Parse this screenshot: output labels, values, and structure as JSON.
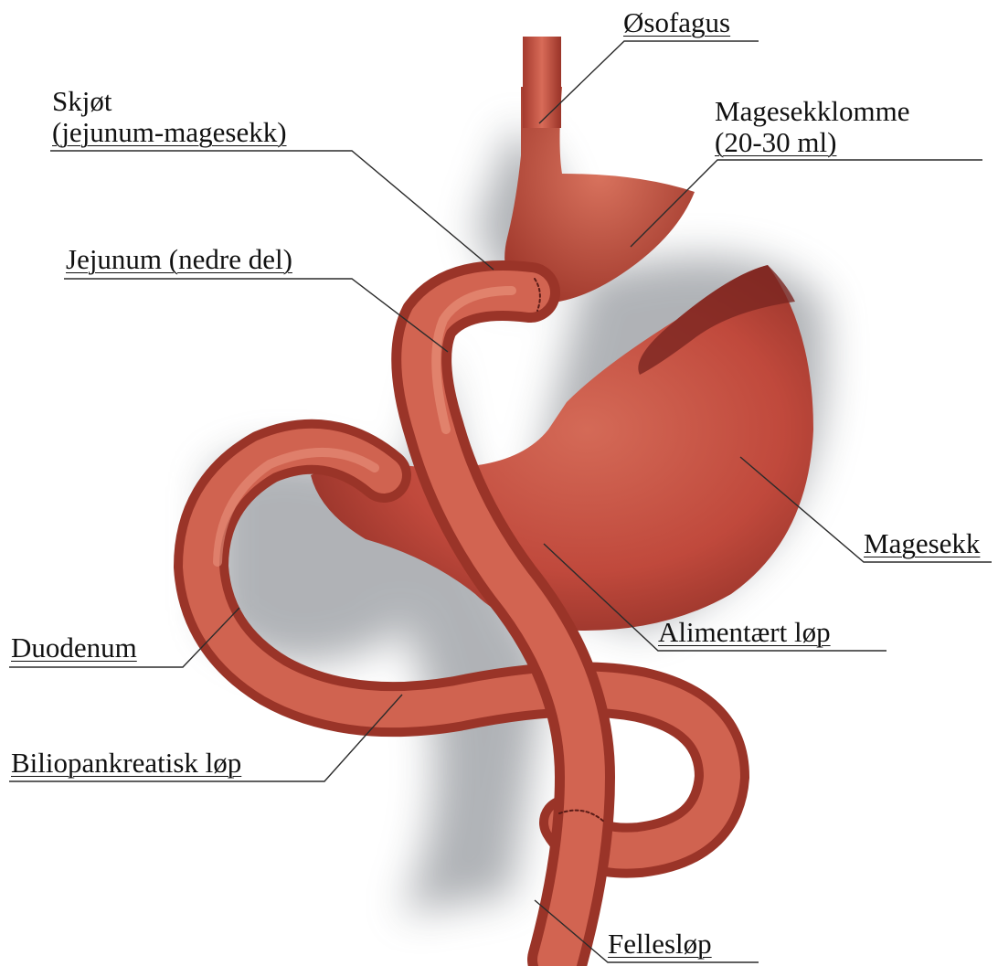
{
  "labels": {
    "osofagus": "Øsofagus",
    "skjot_line1": "Skjøt",
    "skjot_line2": "(jejunum-magesekk)",
    "magesekklomme_line1": "Magesekklomme",
    "magesekklomme_line2": "(20-30 ml)",
    "jejunum": "Jejunum (nedre del)",
    "magesekk": "Magesekk",
    "alimentaert": "Alimentært løp",
    "duodenum": "Duodenum",
    "biliopankreatisk": "Biliopankreatisk løp",
    "fellesløp": "Fellesløp"
  },
  "colors": {
    "organ": "#c9584a",
    "organ_dark": "#8e2f26",
    "organ_light": "#e88a78",
    "shadow": "#7a7f86"
  }
}
